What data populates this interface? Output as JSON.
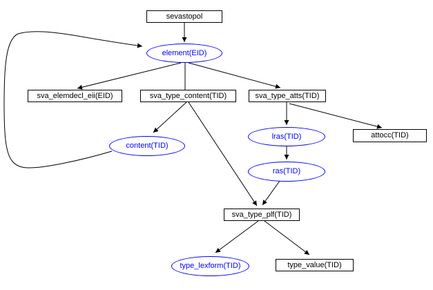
{
  "diagram": {
    "type": "directed-graph",
    "colors": {
      "background": "#ffffff",
      "edge": "#000000",
      "box_border": "#000000",
      "box_text": "#000000",
      "ellipse_border": "#0000ff",
      "ellipse_text": "#0000ff"
    },
    "nodes": [
      {
        "id": "sevastopol",
        "shape": "box",
        "label": "sevastopol"
      },
      {
        "id": "element",
        "shape": "ellipse",
        "label": "element(EID)"
      },
      {
        "id": "sva_elemdecl_eii",
        "shape": "box",
        "label": "sva_elemdecl_eii(EID)"
      },
      {
        "id": "sva_type_content",
        "shape": "box",
        "label": "sva_type_content(TID)"
      },
      {
        "id": "sva_type_atts",
        "shape": "box",
        "label": "sva_type_atts(TID)"
      },
      {
        "id": "content",
        "shape": "ellipse",
        "label": "content(TID)"
      },
      {
        "id": "lras",
        "shape": "ellipse",
        "label": "lras(TID)"
      },
      {
        "id": "ras",
        "shape": "ellipse",
        "label": "ras(TID)"
      },
      {
        "id": "attocc",
        "shape": "box",
        "label": "attocc(TID)"
      },
      {
        "id": "sva_type_plf",
        "shape": "box",
        "label": "sva_type_plf(TID)"
      },
      {
        "id": "type_lexform",
        "shape": "ellipse",
        "label": "type_lexform(TID)"
      },
      {
        "id": "type_value",
        "shape": "box",
        "label": "type_value(TID)"
      }
    ],
    "edges": [
      {
        "from": "sevastopol",
        "to": "element",
        "arrow": true
      },
      {
        "from": "element",
        "to": "sva_elemdecl_eii",
        "arrow": true
      },
      {
        "from": "element",
        "to": "sva_type_content",
        "arrow": false
      },
      {
        "from": "element",
        "to": "sva_type_atts",
        "arrow": true
      },
      {
        "from": "sva_type_content",
        "to": "content",
        "arrow": true
      },
      {
        "from": "sva_type_content",
        "to": "sva_type_plf",
        "arrow": true
      },
      {
        "from": "sva_type_atts",
        "to": "lras",
        "arrow": true
      },
      {
        "from": "sva_type_atts",
        "to": "attocc",
        "arrow": true
      },
      {
        "from": "lras",
        "to": "ras",
        "arrow": true
      },
      {
        "from": "ras",
        "to": "sva_type_plf",
        "arrow": true
      },
      {
        "from": "sva_type_plf",
        "to": "type_lexform",
        "arrow": true
      },
      {
        "from": "sva_type_plf",
        "to": "type_value",
        "arrow": true
      },
      {
        "from": "content",
        "to": "element",
        "arrow": true
      }
    ]
  }
}
